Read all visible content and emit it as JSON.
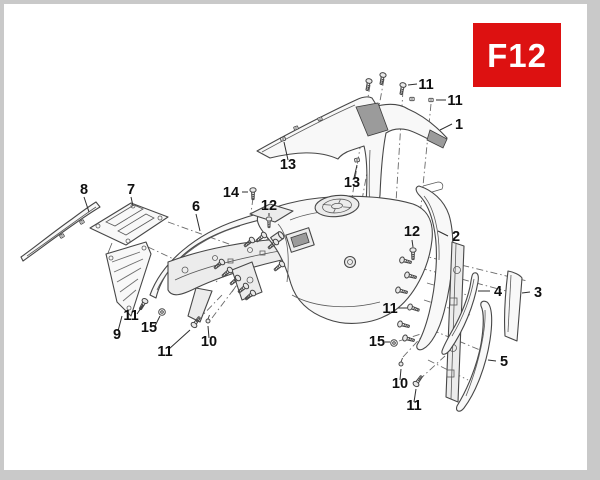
{
  "page": {
    "code": "F12",
    "badge": {
      "label": "F12",
      "bg": "#dd1111",
      "fg": "#ffffff"
    },
    "frame_color": "#c9c9c9",
    "background": "#ffffff"
  },
  "diagram": {
    "line_color": "#474747",
    "callouts": [
      {
        "label": "11"
      },
      {
        "label": "11"
      },
      {
        "label": "1"
      },
      {
        "label": "13"
      },
      {
        "label": "13"
      },
      {
        "label": "8"
      },
      {
        "label": "7"
      },
      {
        "label": "6"
      },
      {
        "label": "14"
      },
      {
        "label": "12"
      },
      {
        "label": "12"
      },
      {
        "label": "2"
      },
      {
        "label": "4"
      },
      {
        "label": "3"
      },
      {
        "label": "5"
      },
      {
        "label": "11"
      },
      {
        "label": "15"
      },
      {
        "label": "10"
      },
      {
        "label": "11"
      },
      {
        "label": "11"
      },
      {
        "label": "15"
      },
      {
        "label": "9"
      },
      {
        "label": "11"
      },
      {
        "label": "10"
      }
    ]
  }
}
